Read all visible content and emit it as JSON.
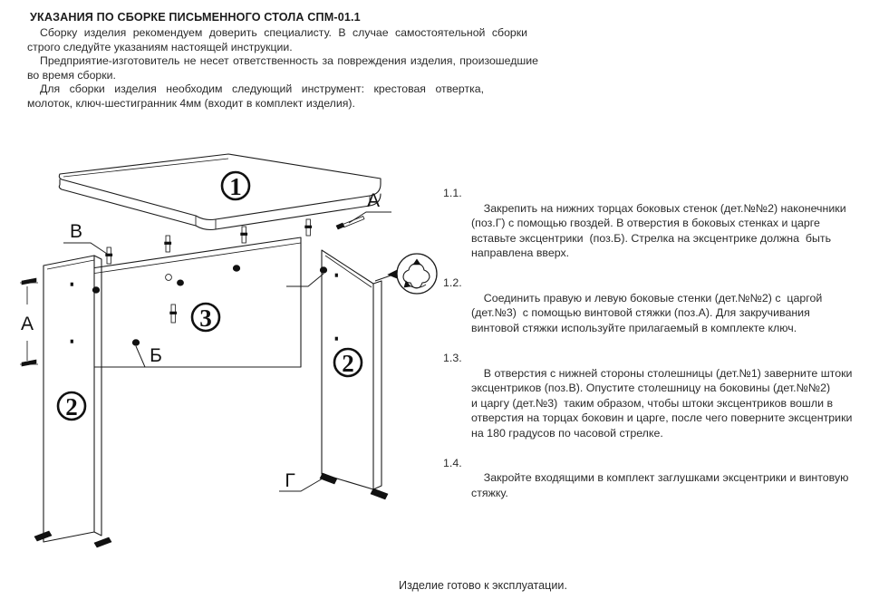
{
  "document": {
    "title": "УКАЗАНИЯ ПО СБОРКЕ ПИСЬМЕННОГО СТОЛА СПМ-01.1",
    "intro_paragraphs": [
      "Сборку изделия рекомендуем доверить специалисту. В случае самостоятельной сборки строго следуйте указаниям настоящей инструкции.",
      "Предприятие-изготовитель не несет ответственность за повреждения изделия, произошедшие во время сборки.",
      "Для сборки изделия необходим следующий инструмент: крестовая отвертка, молоток, ключ-шестигранник 4мм (входит в комплект изделия)."
    ],
    "footer": "Изделие готово к эксплуатации."
  },
  "instructions": [
    {
      "number": "1.1.",
      "text": "Закрепить на нижних торцах боковых стенок (дет.№№2) наконечники\n(поз.Г) с помощью гвоздей. В отверстия в боковых стенках и царге\nвставьте эксцентрики  (поз.Б). Стрелка на эксцентрике должна  быть\nнаправлена вверх."
    },
    {
      "number": "1.2.",
      "text": "Соединить правую и левую боковые стенки (дет.№№2) с  царгой\n(дет.№3)  с помощью винтовой стяжки (поз.А). Для закручивания\nвинтовой стяжки используйте прилагаемый в комплекте ключ."
    },
    {
      "number": "1.3.",
      "text": "В отверстия с нижней стороны столешницы (дет.№1) заверните штоки\nэксцентриков (поз.В). Опустите столешницу на боковины (дет.№№2)\nи царгу (дет.№3)  таким образом, чтобы штоки эксцентриков вошли в\nотверстия на торцах боковин и царге, после чего поверните эксцентрики\nна 180 градусов по часовой стрелке."
    },
    {
      "number": "1.4.",
      "text": "Закройте входящими в комплект заглушками эксцентрики и винтовую\nстяжку."
    }
  ],
  "diagram": {
    "part_callouts": [
      {
        "id": "part-1",
        "label": "1",
        "meaning": "tabletop"
      },
      {
        "id": "part-2-left",
        "label": "2",
        "meaning": "left-side-panel"
      },
      {
        "id": "part-2-right",
        "label": "2",
        "meaning": "right-side-panel"
      },
      {
        "id": "part-3",
        "label": "3",
        "meaning": "rail-tsarga"
      }
    ],
    "position_callouts": [
      {
        "id": "pos-a-screw",
        "label": "А",
        "meaning": "screw-tie-bolt"
      },
      {
        "id": "pos-b",
        "label": "Б",
        "meaning": "eccentric-cam"
      },
      {
        "id": "pos-v",
        "label": "В",
        "meaning": "cam-stud-bolt"
      },
      {
        "id": "pos-g",
        "label": "Г",
        "meaning": "foot-glide-tip"
      }
    ],
    "dimension_label": "А",
    "line_color": "#1c1c1c",
    "fill_color": "#ffffff"
  }
}
